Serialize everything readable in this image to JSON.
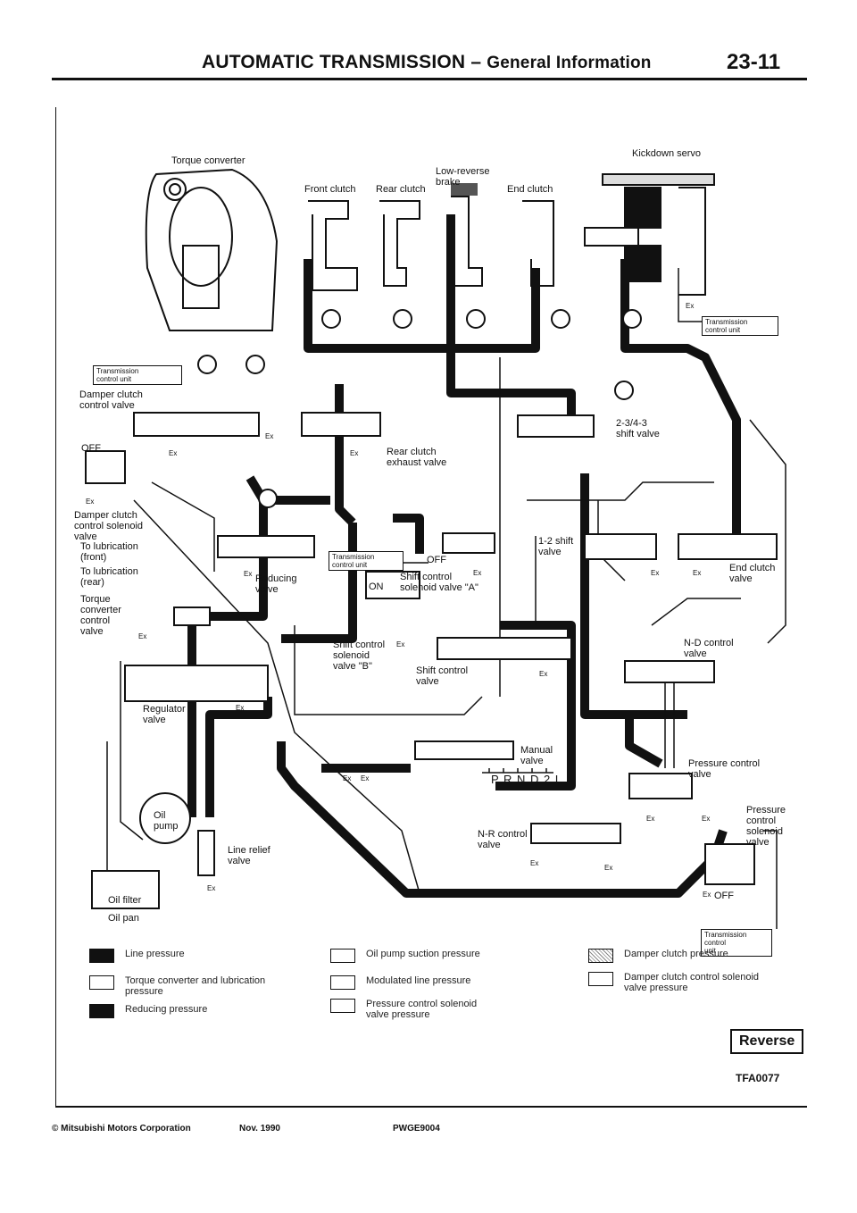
{
  "header": {
    "title_main": "AUTOMATIC TRANSMISSION",
    "title_sep": " – ",
    "title_sub": "General Information",
    "page_number": "23-11"
  },
  "labels": {
    "torque_converter": "Torque converter",
    "front_clutch": "Front clutch",
    "rear_clutch": "Rear clutch",
    "low_reverse_brake": "Low-reverse\nbrake",
    "end_clutch": "End clutch",
    "kickdown_servo": "Kickdown servo",
    "tcu_1": "Transmission\ncontrol unit",
    "tcu_2": "Transmission\ncontrol unit",
    "tcu_3": "Transmission\ncontrol unit",
    "tcu_4": "Transmission\ncontrol\nunit",
    "damper_clutch_control_valve": "Damper clutch\ncontrol valve",
    "off_1": "OFF",
    "off_2": "OFF",
    "off_3": "OFF",
    "on": "ON",
    "damper_clutch_solenoid": "Damper clutch\ncontrol solenoid\nvalve",
    "to_lubrication_front": "To lubrication\n(front)",
    "to_lubrication_rear": "To lubrication\n(rear)",
    "torque_converter_control_valve": "Torque\nconverter\ncontrol\nvalve",
    "regulator_valve": "Regulator\nvalve",
    "reducing_valve": "Reducing\nvalve",
    "rear_clutch_exhaust_valve": "Rear clutch\nexhaust valve",
    "shift_valve_2343": "2-3/4-3\nshift valve",
    "shift_valve_12": "1-2 shift\nvalve",
    "end_clutch_valve": "End clutch\nvalve",
    "shift_control_solenoid_a": "Shift control\nsolenoid valve \"A\"",
    "shift_control_solenoid_b": "Shift control\nsolenoid\nvalve \"B\"",
    "shift_control_valve": "Shift control\nvalve",
    "nd_control_valve": "N-D control\nvalve",
    "manual_valve": "Manual\nvalve",
    "prnd2l": "P R N D 2 L",
    "pressure_control_valve": "Pressure control\nvalve",
    "pressure_control_solenoid": "Pressure\ncontrol\nsolenoid\nvalve",
    "nr_control_valve": "N-R control\nvalve",
    "line_relief_valve": "Line relief\nvalve",
    "oil_pump": "Oil\npump",
    "oil_filter": "Oil filter",
    "oil_pan": "Oil pan",
    "ex": "Ex"
  },
  "legend": [
    {
      "text": "Line pressure",
      "style": "solid"
    },
    {
      "text": "Torque converter and lubrication\npressure",
      "style": "white"
    },
    {
      "text": "Reducing pressure",
      "style": "solid"
    },
    {
      "text": "Oil pump suction pressure",
      "style": "white"
    },
    {
      "text": "Modulated line pressure",
      "style": "white"
    },
    {
      "text": "Pressure control solenoid\nvalve pressure",
      "style": "white"
    },
    {
      "text": "Damper clutch pressure",
      "style": "dot"
    },
    {
      "text": "Damper clutch control solenoid\nvalve pressure",
      "style": "white"
    }
  ],
  "mode_label": "Reverse",
  "figure_code": "TFA0077",
  "footer": {
    "copyright": "© Mitsubishi Motors Corporation",
    "date": "Nov. 1990",
    "doc_code": "PWGE9004"
  }
}
